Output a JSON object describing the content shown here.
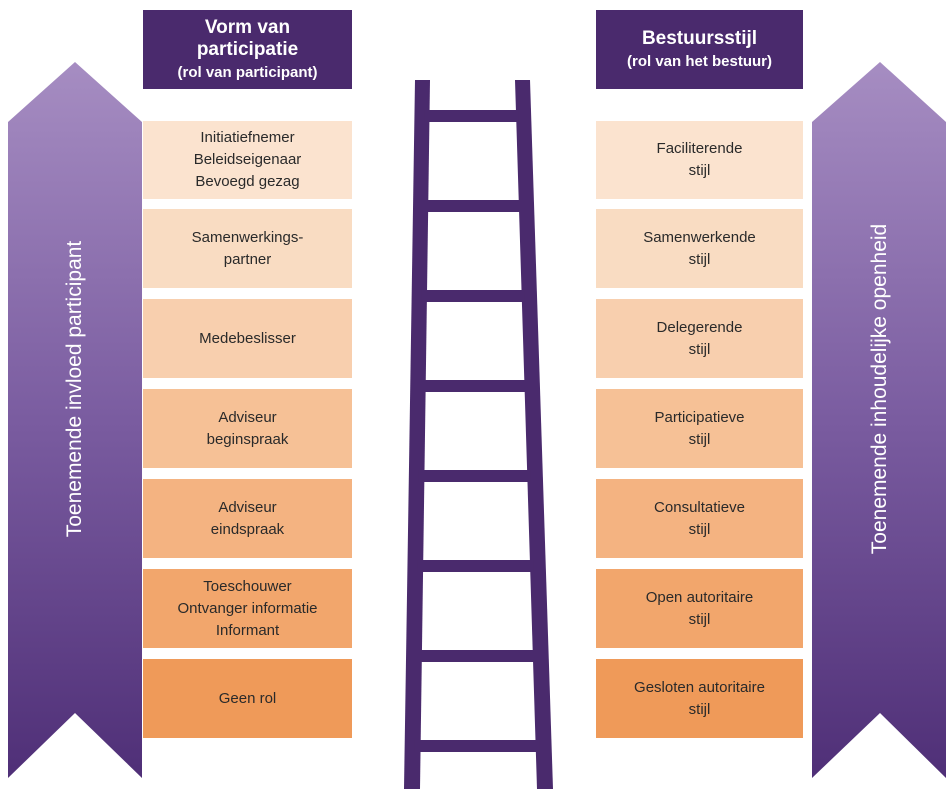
{
  "left_column": {
    "title": "Vorm van participatie",
    "subtitle": "(rol van participant)",
    "boxes": [
      {
        "lines": [
          "Initiatiefnemer",
          "Beleidseigenaar",
          "Bevoegd gezag"
        ],
        "color": "#fbe3cf"
      },
      {
        "lines": [
          "Samenwerkings-",
          "partner"
        ],
        "color": "#f9dcc2"
      },
      {
        "lines": [
          "Medebeslisser"
        ],
        "color": "#f8cfae"
      },
      {
        "lines": [
          "Adviseur",
          "beginspraak"
        ],
        "color": "#f6c196"
      },
      {
        "lines": [
          "Adviseur",
          "eindspraak"
        ],
        "color": "#f4b381"
      },
      {
        "lines": [
          "Toeschouwer",
          "Ontvanger informatie",
          "Informant"
        ],
        "color": "#f2a66c"
      },
      {
        "lines": [
          "Geen rol"
        ],
        "color": "#ef9a59"
      }
    ]
  },
  "right_column": {
    "title": "Bestuursstijl",
    "subtitle": "(rol van het bestuur)",
    "boxes": [
      {
        "lines": [
          "Faciliterende",
          "stijl"
        ],
        "color": "#fbe3cf"
      },
      {
        "lines": [
          "Samenwerkende",
          "stijl"
        ],
        "color": "#f9dcc2"
      },
      {
        "lines": [
          "Delegerende",
          "stijl"
        ],
        "color": "#f8cfae"
      },
      {
        "lines": [
          "Participatieve",
          "stijl"
        ],
        "color": "#f6c196"
      },
      {
        "lines": [
          "Consultatieve",
          "stijl"
        ],
        "color": "#f4b381"
      },
      {
        "lines": [
          "Open autoritaire",
          "stijl"
        ],
        "color": "#f2a66c"
      },
      {
        "lines": [
          "Gesloten autoritaire",
          "stijl"
        ],
        "color": "#ef9a59"
      }
    ]
  },
  "arrows": {
    "left_label": "Toenemende invloed participant",
    "right_label": "Toenemende inhoudelijke openheid"
  },
  "colors": {
    "header": "#4a2a6d",
    "ladder": "#4a2a6d",
    "arrow_top": "#9a7fb8",
    "arrow_bottom": "#5b3a82"
  }
}
